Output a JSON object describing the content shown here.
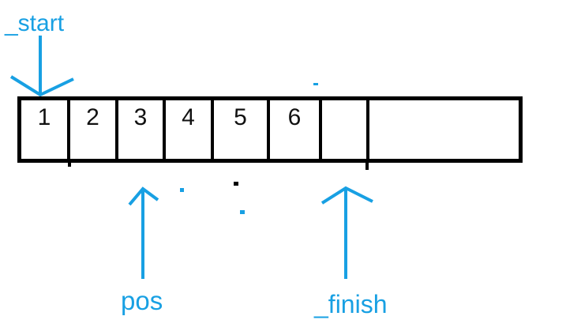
{
  "colors": {
    "accent": "#18A0E3",
    "array_border": "#000000"
  },
  "array": {
    "cells": [
      "1",
      "2",
      "3",
      "4",
      "5",
      "6",
      "",
      ""
    ]
  },
  "pointers": {
    "start": {
      "label": "_start",
      "direction": "down",
      "target_cell_index": 0
    },
    "pos": {
      "label": "pos",
      "direction": "up",
      "target_cell_index": 2
    },
    "finish": {
      "label": "_finish",
      "direction": "up",
      "target_cell_index": 6
    }
  }
}
